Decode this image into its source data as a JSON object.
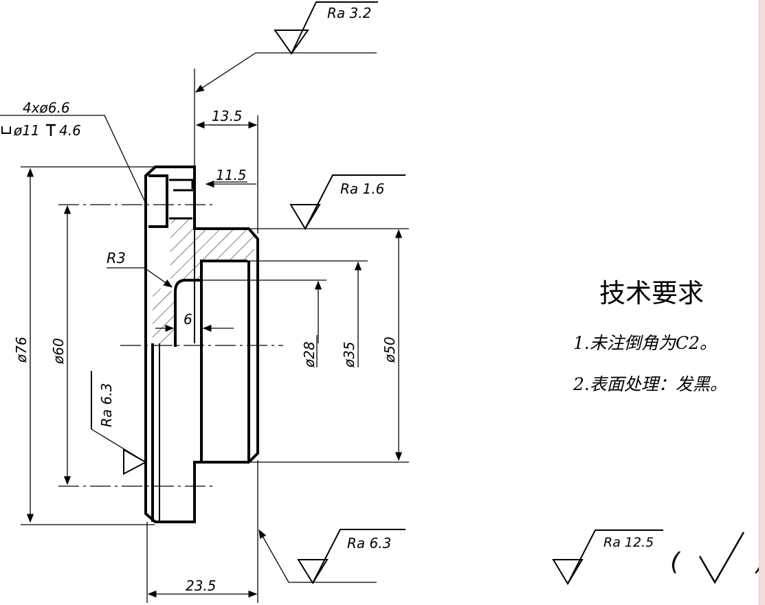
{
  "roughness": {
    "top": "Ra 3.2",
    "right_face": "Ra 1.6",
    "left_face": "Ra 6.3",
    "bottom": "Ra 6.3",
    "general": "Ra 12.5"
  },
  "hole_callout": {
    "line1": "4xø6.6",
    "line2": "ø11",
    "depth": "4.6"
  },
  "dimensions": {
    "d13_5": "13.5",
    "d11_5": "11.5",
    "r3": "R3",
    "d6": "6",
    "dia76": "ø76",
    "dia60": "ø60",
    "dia28": "ø28",
    "dia35": "ø35",
    "dia50": "ø50",
    "d23_5": "23.5"
  },
  "requirements": {
    "title": "技术要求",
    "item1": "1.未注倒角为C2。",
    "item2": "2.表面处理：发黑。"
  },
  "general_suffix": {
    "open": "(",
    "close": ")"
  }
}
